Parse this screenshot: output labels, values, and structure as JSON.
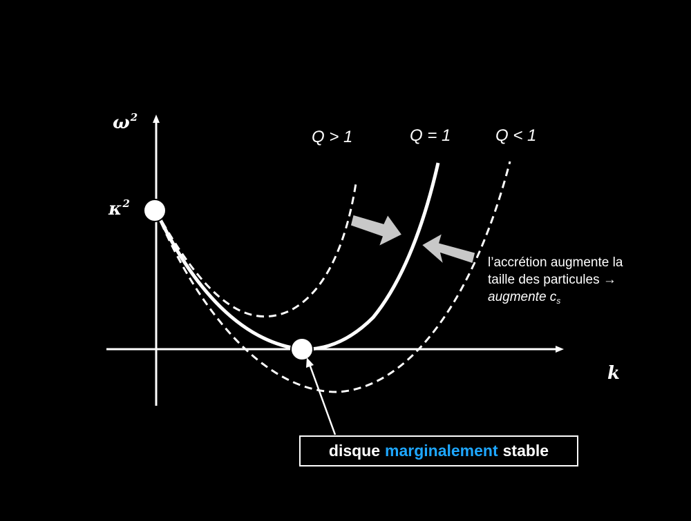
{
  "axes": {
    "y_label": "ω",
    "y_label_sup": "2",
    "x_label": "k",
    "intercept_label": "κ",
    "intercept_label_sup": "2"
  },
  "curves": [
    {
      "id": "q-gt-1",
      "label": "Q > 1",
      "style": "dashed"
    },
    {
      "id": "q-eq-1",
      "label": "Q = 1",
      "style": "solid"
    },
    {
      "id": "q-lt-1",
      "label": "Q < 1",
      "style": "dashed"
    }
  ],
  "annotation": {
    "line1": "l’accrétion augmente la",
    "line2_text": "taille des particules ",
    "line2_arrow": "→",
    "line3_text": "augmente c",
    "line3_sub": "s"
  },
  "callout": {
    "before": "disque",
    "highlight": "marginalement",
    "after": "stable",
    "highlight_color": "#1ea7ff"
  },
  "colors": {
    "background": "#000000",
    "foreground": "#ffffff",
    "arrow_fill": "#c8c8c8"
  }
}
